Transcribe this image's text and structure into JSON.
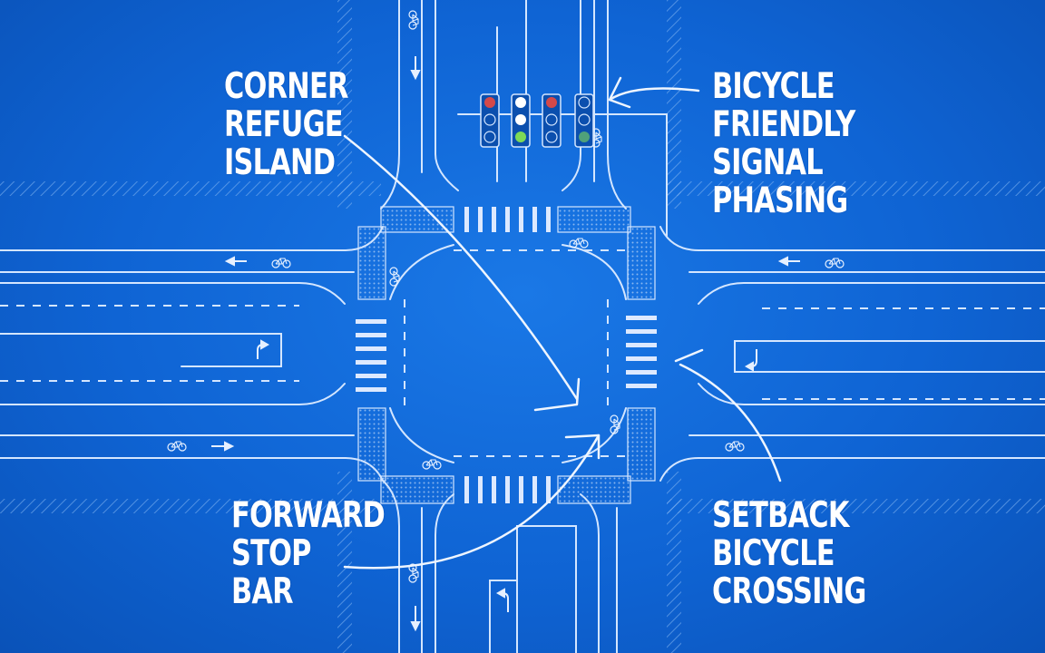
{
  "labels": {
    "corner_refuge_island": [
      "CORNER",
      "REFUGE",
      "ISLAND"
    ],
    "bicycle_friendly_signal_phasing": [
      "BICYCLE",
      "FRIENDLY",
      "SIGNAL",
      "PHASING"
    ],
    "forward_stop_bar": [
      "FORWARD",
      "STOP",
      "BAR"
    ],
    "setback_bicycle_crossing": [
      "SETBACK",
      "BICYCLE",
      "CROSSING"
    ]
  },
  "colors": {
    "background": "#1266d8",
    "line": "#cfe3ff",
    "label_text": "#ffffff",
    "signal_red": "#d4494a",
    "signal_white": "#ffffff",
    "signal_green": "#7ed957"
  },
  "icons": [
    "bicycle-symbol",
    "arrow-left",
    "arrow-right",
    "arrow-down",
    "turn-arrow",
    "traffic-signal"
  ]
}
